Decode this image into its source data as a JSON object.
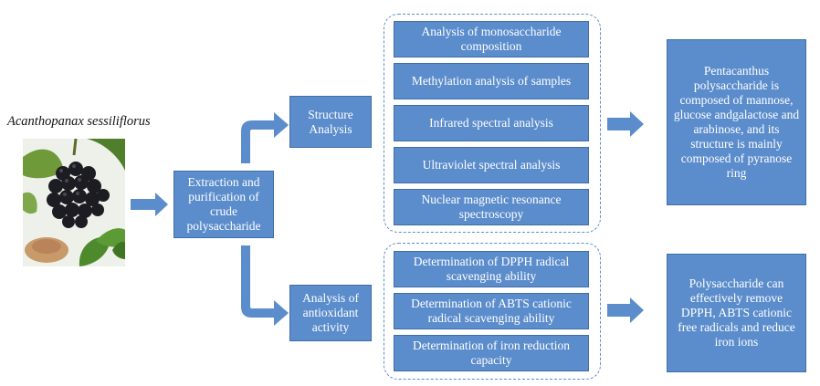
{
  "species": "Acanthopanax sessiliflorus",
  "colors": {
    "box_fill": "#5b8ccc",
    "box_border": "#3f6ea8",
    "arrow": "#5b8ccc",
    "text": "#ffffff"
  },
  "extraction": "Extraction and purification of crude polysaccharide",
  "structure": "Structure Analysis",
  "antioxidant": "Analysis of antioxidant activity",
  "structure_methods": [
    "Analysis of monosaccharide composition",
    "Methylation analysis of samples",
    "Infrared spectral analysis",
    "Ultraviolet spectral analysis",
    "Nuclear magnetic resonance spectroscopy"
  ],
  "antioxidant_methods": [
    "Determination of DPPH radical scavenging ability",
    "Determination of ABTS cationic radical scavenging ability",
    "Determination of iron reduction capacity"
  ],
  "structure_result": "Pentacanthus polysaccharide is composed of mannose, glucose andgalactose and arabinose, and its structure is mainly composed of pyranose ring",
  "antioxidant_result": "Polysaccharide can effectively remove DPPH, ABTS cationic free radicals and reduce iron ions"
}
